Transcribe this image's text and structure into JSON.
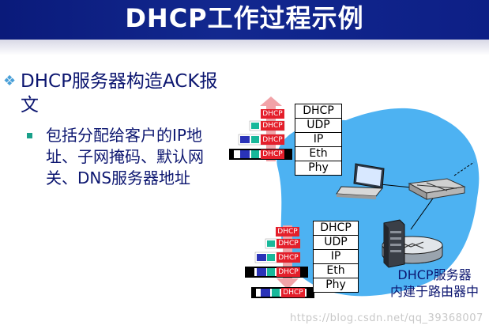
{
  "slide": {
    "title": "DHCP工作过程示例",
    "bullet_main": "DHCP服务器构造ACK报文",
    "bullet_sub": "包括分配给客户的IP地址、子网掩码、默认网关、DNS服务器地址"
  },
  "client_stack": [
    "DHCP",
    "UDP",
    "IP",
    "Eth",
    "Phy"
  ],
  "server_stack": [
    "DHCP",
    "UDP",
    "IP",
    "Eth",
    "Phy"
  ],
  "packet_label": "DHCP",
  "server_caption": {
    "line1": "DHCP服务器",
    "line2": "内建于路由器中"
  },
  "watermark": "https://blog.csdn.net/qq_39368007",
  "colors": {
    "title_bar": "#0d1f86",
    "text": "#0c1670",
    "cloud": "#4db2f2",
    "arrow": "#f2a3a8",
    "packet_red": "#e41f2b",
    "packet_teal": "#18b89a",
    "packet_blue": "#2a33b8"
  }
}
